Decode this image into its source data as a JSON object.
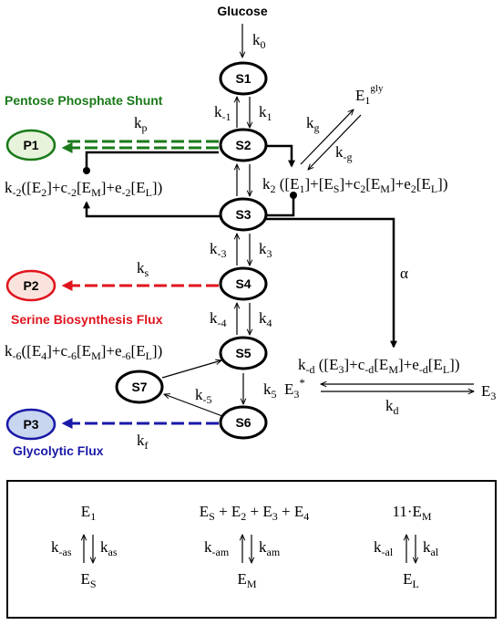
{
  "title": "Glucose",
  "nodes": {
    "s1": "S1",
    "s2": "S2",
    "s3": "S3",
    "s4": "S4",
    "s5": "S5",
    "s6": "S6",
    "s7": "S7",
    "p1": "P1",
    "p2": "P2",
    "p3": "P3"
  },
  "labels": {
    "pentose": "Pentose Phosphate Shunt",
    "serine": "Serine Biosynthesis Flux",
    "glycolytic": "Glycolytic Flux",
    "alpha": "α"
  },
  "colors": {
    "pentose": "#1a7a1a",
    "serine": "#e0141e",
    "glycolytic": "#1a1aa8",
    "p1_fill": "#e8f3dc",
    "p2_fill": "#fbe3dd",
    "p3_fill": "#c9d6ef"
  },
  "enzymes": {
    "e1gly": "E",
    "e1gly_sub": "1",
    "e1gly_sup": "gly",
    "e3": "E",
    "e3_sub": "3"
  },
  "legend": {
    "col1": {
      "top": "E",
      "top_sub": "1",
      "bottom": "E",
      "bottom_sub": "S",
      "k_left": "k",
      "k_left_sub": "-as",
      "k_right": "k",
      "k_right_sub": "as"
    },
    "col2": {
      "top": "E",
      "top_sub": "S",
      "top_rest": " + E",
      "top_sub2": "2",
      "top_rest2": " + E",
      "top_sub3": "3",
      "top_rest3": " + E",
      "top_sub4": "4",
      "bottom": "E",
      "bottom_sub": "M",
      "k_left": "k",
      "k_left_sub": "-am",
      "k_right": "k",
      "k_right_sub": "am"
    },
    "col3": {
      "top": "11·E",
      "top_sub": "M",
      "bottom": "E",
      "bottom_sub": "L",
      "k_left": "k",
      "k_left_sub": "-al",
      "k_right": "k",
      "k_right_sub": "al"
    }
  }
}
